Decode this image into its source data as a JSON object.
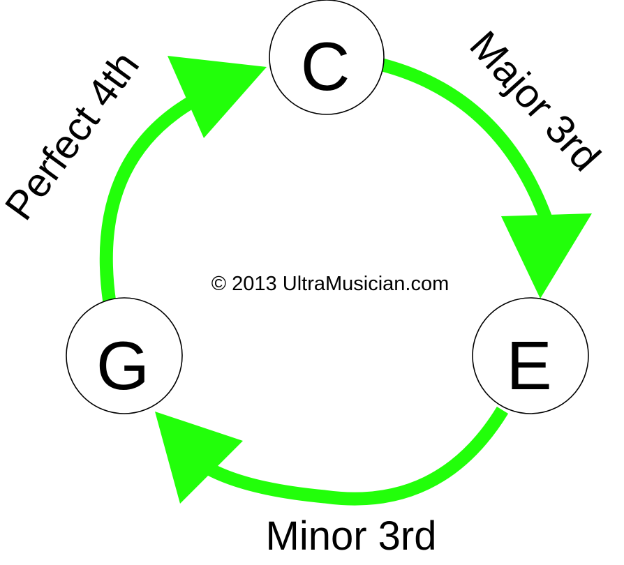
{
  "colors": {
    "arrow": "#22ff0a",
    "text": "#000000",
    "circle_fill": "#ffffff",
    "circle_stroke": "#000000"
  },
  "notes": {
    "top": "C",
    "right": "E",
    "left": "G"
  },
  "intervals": {
    "c_to_e": "Major 3rd",
    "e_to_g": "Minor 3rd",
    "g_to_c": "Perfect 4th"
  },
  "copyright": "© 2013 UltraMusician.com"
}
